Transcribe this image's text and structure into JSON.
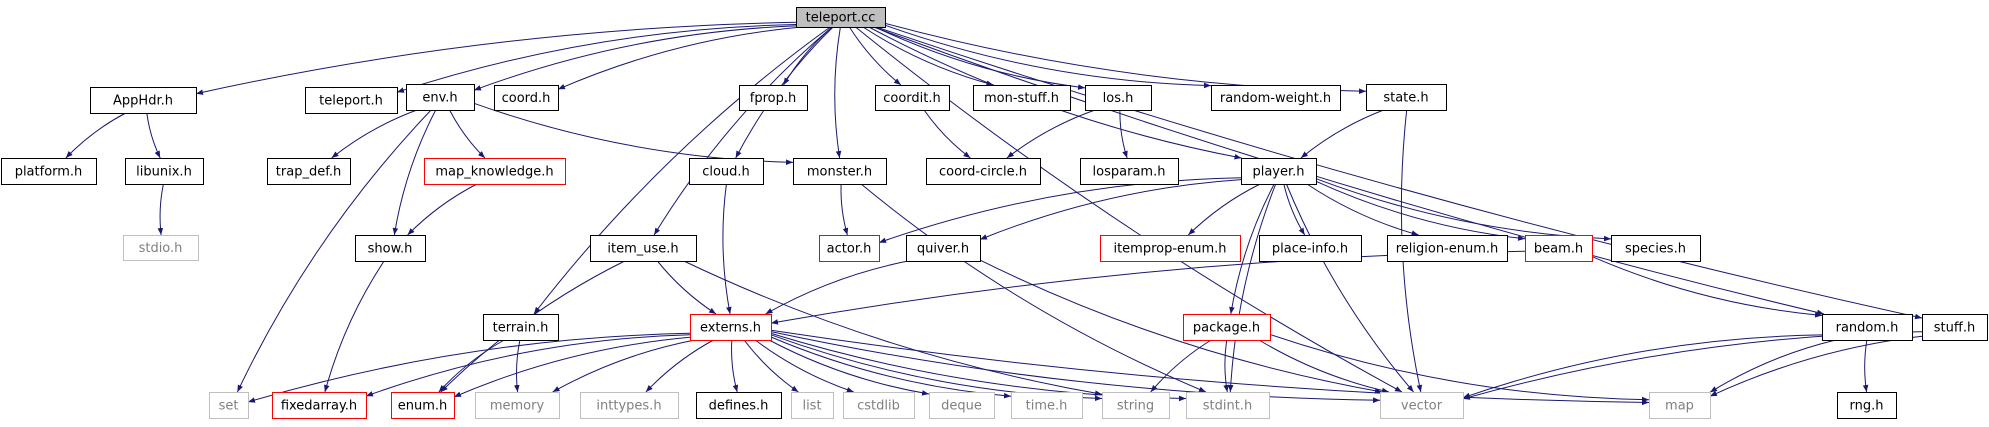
{
  "graph": {
    "colors": {
      "edge": "#191970",
      "box_black": "#000000",
      "box_red": "#ff0000",
      "box_gray": "#bfbfbf",
      "root_fill": "#bfbfbf",
      "text_black": "#000000",
      "text_gray": "#808080"
    },
    "nodes": [
      {
        "id": "teleport_cc",
        "label": "teleport.cc",
        "style": "root"
      },
      {
        "id": "apphdr",
        "label": "AppHdr.h",
        "style": "black"
      },
      {
        "id": "teleport_h",
        "label": "teleport.h",
        "style": "black"
      },
      {
        "id": "env",
        "label": "env.h",
        "style": "black"
      },
      {
        "id": "coord",
        "label": "coord.h",
        "style": "black"
      },
      {
        "id": "fprop",
        "label": "fprop.h",
        "style": "black"
      },
      {
        "id": "coordit",
        "label": "coordit.h",
        "style": "black"
      },
      {
        "id": "monstuff",
        "label": "mon-stuff.h",
        "style": "black"
      },
      {
        "id": "los",
        "label": "los.h",
        "style": "black"
      },
      {
        "id": "randweight",
        "label": "random-weight.h",
        "style": "black"
      },
      {
        "id": "state",
        "label": "state.h",
        "style": "black"
      },
      {
        "id": "platform",
        "label": "platform.h",
        "style": "black"
      },
      {
        "id": "libunix",
        "label": "libunix.h",
        "style": "black"
      },
      {
        "id": "stdio",
        "label": "stdio.h",
        "style": "gray"
      },
      {
        "id": "trapdef",
        "label": "trap_def.h",
        "style": "black"
      },
      {
        "id": "mapknow",
        "label": "map_knowledge.h",
        "style": "red"
      },
      {
        "id": "cloud",
        "label": "cloud.h",
        "style": "black"
      },
      {
        "id": "monster",
        "label": "monster.h",
        "style": "black"
      },
      {
        "id": "coordcircle",
        "label": "coord-circle.h",
        "style": "black"
      },
      {
        "id": "losparam",
        "label": "losparam.h",
        "style": "black"
      },
      {
        "id": "player",
        "label": "player.h",
        "style": "black"
      },
      {
        "id": "show",
        "label": "show.h",
        "style": "black"
      },
      {
        "id": "itemuse",
        "label": "item_use.h",
        "style": "black"
      },
      {
        "id": "actor",
        "label": "actor.h",
        "style": "red"
      },
      {
        "id": "quiver",
        "label": "quiver.h",
        "style": "black"
      },
      {
        "id": "itemprop",
        "label": "itemprop-enum.h",
        "style": "red"
      },
      {
        "id": "placeinfo",
        "label": "place-info.h",
        "style": "black"
      },
      {
        "id": "religion",
        "label": "religion-enum.h",
        "style": "black"
      },
      {
        "id": "beam",
        "label": "beam.h",
        "style": "red"
      },
      {
        "id": "species",
        "label": "species.h",
        "style": "black"
      },
      {
        "id": "terrain",
        "label": "terrain.h",
        "style": "black"
      },
      {
        "id": "externs",
        "label": "externs.h",
        "style": "red"
      },
      {
        "id": "package",
        "label": "package.h",
        "style": "red"
      },
      {
        "id": "random",
        "label": "random.h",
        "style": "black"
      },
      {
        "id": "stuff",
        "label": "stuff.h",
        "style": "black"
      },
      {
        "id": "set",
        "label": "set",
        "style": "gray"
      },
      {
        "id": "fixedarray",
        "label": "fixedarray.h",
        "style": "red"
      },
      {
        "id": "enum",
        "label": "enum.h",
        "style": "red"
      },
      {
        "id": "memory",
        "label": "memory",
        "style": "gray"
      },
      {
        "id": "inttypes",
        "label": "inttypes.h",
        "style": "gray"
      },
      {
        "id": "defines",
        "label": "defines.h",
        "style": "black"
      },
      {
        "id": "list",
        "label": "list",
        "style": "gray"
      },
      {
        "id": "cstdlib",
        "label": "cstdlib",
        "style": "gray"
      },
      {
        "id": "deque",
        "label": "deque",
        "style": "gray"
      },
      {
        "id": "time",
        "label": "time.h",
        "style": "gray"
      },
      {
        "id": "string",
        "label": "string",
        "style": "gray"
      },
      {
        "id": "stdint",
        "label": "stdint.h",
        "style": "gray"
      },
      {
        "id": "vector",
        "label": "vector",
        "style": "gray"
      },
      {
        "id": "map",
        "label": "map",
        "style": "gray"
      },
      {
        "id": "rng",
        "label": "rng.h",
        "style": "black"
      }
    ],
    "edges": [
      [
        "teleport_cc",
        "apphdr"
      ],
      [
        "teleport_cc",
        "teleport_h"
      ],
      [
        "teleport_cc",
        "env"
      ],
      [
        "teleport_cc",
        "coord"
      ],
      [
        "teleport_cc",
        "fprop"
      ],
      [
        "teleport_cc",
        "coordit"
      ],
      [
        "teleport_cc",
        "monstuff"
      ],
      [
        "teleport_cc",
        "los"
      ],
      [
        "teleport_cc",
        "randweight"
      ],
      [
        "teleport_cc",
        "state"
      ],
      [
        "teleport_cc",
        "player"
      ],
      [
        "teleport_cc",
        "monster"
      ],
      [
        "teleport_cc",
        "cloud"
      ],
      [
        "teleport_cc",
        "itemuse"
      ],
      [
        "teleport_cc",
        "terrain"
      ],
      [
        "teleport_cc",
        "random"
      ],
      [
        "teleport_cc",
        "stuff"
      ],
      [
        "teleport_cc",
        "vector"
      ],
      [
        "apphdr",
        "platform"
      ],
      [
        "apphdr",
        "libunix"
      ],
      [
        "libunix",
        "stdio"
      ],
      [
        "env",
        "trapdef"
      ],
      [
        "env",
        "mapknow"
      ],
      [
        "env",
        "show"
      ],
      [
        "env",
        "monster"
      ],
      [
        "env",
        "set"
      ],
      [
        "mapknow",
        "show"
      ],
      [
        "show",
        "fixedarray"
      ],
      [
        "coordit",
        "coordcircle"
      ],
      [
        "los",
        "coordcircle"
      ],
      [
        "los",
        "losparam"
      ],
      [
        "state",
        "player"
      ],
      [
        "state",
        "vector"
      ],
      [
        "cloud",
        "externs"
      ],
      [
        "monster",
        "actor"
      ],
      [
        "monster",
        "stdint"
      ],
      [
        "player",
        "actor"
      ],
      [
        "player",
        "quiver"
      ],
      [
        "player",
        "itemprop"
      ],
      [
        "player",
        "placeinfo"
      ],
      [
        "player",
        "religion"
      ],
      [
        "player",
        "beam"
      ],
      [
        "player",
        "species"
      ],
      [
        "player",
        "package"
      ],
      [
        "player",
        "stdint"
      ],
      [
        "player",
        "vector"
      ],
      [
        "itemuse",
        "externs"
      ],
      [
        "itemuse",
        "enum"
      ],
      [
        "itemuse",
        "string"
      ],
      [
        "quiver",
        "externs"
      ],
      [
        "quiver",
        "vector"
      ],
      [
        "beam",
        "externs"
      ],
      [
        "beam",
        "random"
      ],
      [
        "terrain",
        "enum"
      ],
      [
        "terrain",
        "memory"
      ],
      [
        "externs",
        "set"
      ],
      [
        "externs",
        "fixedarray"
      ],
      [
        "externs",
        "enum"
      ],
      [
        "externs",
        "memory"
      ],
      [
        "externs",
        "inttypes"
      ],
      [
        "externs",
        "defines"
      ],
      [
        "externs",
        "list"
      ],
      [
        "externs",
        "cstdlib"
      ],
      [
        "externs",
        "deque"
      ],
      [
        "externs",
        "time"
      ],
      [
        "externs",
        "string"
      ],
      [
        "externs",
        "stdint"
      ],
      [
        "externs",
        "vector"
      ],
      [
        "externs",
        "map"
      ],
      [
        "package",
        "string"
      ],
      [
        "package",
        "stdint"
      ],
      [
        "package",
        "vector"
      ],
      [
        "package",
        "map"
      ],
      [
        "random",
        "vector"
      ],
      [
        "random",
        "map"
      ],
      [
        "random",
        "rng"
      ],
      [
        "stuff",
        "map"
      ],
      [
        "stuff",
        "vector"
      ]
    ]
  }
}
